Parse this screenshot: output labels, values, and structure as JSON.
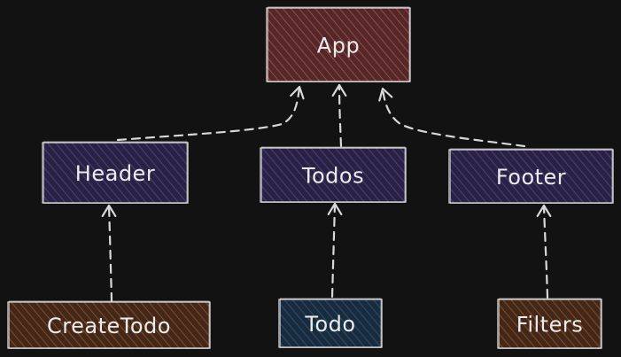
{
  "colors": {
    "background": "#121212",
    "stroke": "#dcdcdc",
    "text": "#ececec",
    "arrow": "#d8d8d8"
  },
  "nodes": {
    "app": {
      "label": "App",
      "fill": "#8a3a3a",
      "hatch": "#b65555"
    },
    "header": {
      "label": "Header",
      "fill": "#3c2f6b",
      "hatch": "#5b4a99"
    },
    "todos": {
      "label": "Todos",
      "fill": "#3c2f6b",
      "hatch": "#5b4a99"
    },
    "footer": {
      "label": "Footer",
      "fill": "#3c2f6b",
      "hatch": "#5b4a99"
    },
    "create_todo": {
      "label": "CreateTodo",
      "fill": "#6b3a1f",
      "hatch": "#9a5a30"
    },
    "todo": {
      "label": "Todo",
      "fill": "#1f3f5f",
      "hatch": "#2f5f88"
    },
    "filters": {
      "label": "Filters",
      "fill": "#6b3a1f",
      "hatch": "#9a5a30"
    }
  },
  "edges": [
    {
      "from": "header",
      "to": "app"
    },
    {
      "from": "todos",
      "to": "app"
    },
    {
      "from": "footer",
      "to": "app"
    },
    {
      "from": "create_todo",
      "to": "header"
    },
    {
      "from": "todo",
      "to": "todos"
    },
    {
      "from": "filters",
      "to": "footer"
    }
  ]
}
